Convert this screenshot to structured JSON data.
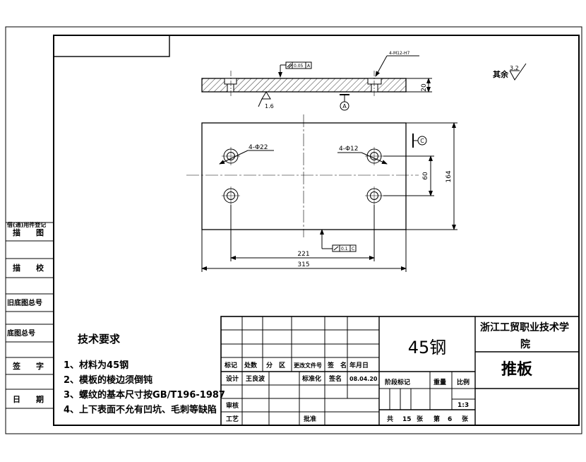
{
  "left_strip": {
    "labels": [
      "借(通)用件登记",
      "描　　图",
      "描　　校",
      "旧底图总号",
      "底图总号",
      "签　　字",
      "日　　期"
    ]
  },
  "tech_requirements": {
    "title": "技术要求",
    "items": [
      "1、材料为45钢",
      "2、模板的棱边须倒钝",
      "3、螺纹的基本尺寸按GB/T196-1987",
      "4、上下表面不允有凹坑、毛刺等缺陷"
    ]
  },
  "roughness": {
    "label": "其余",
    "value": "3.2"
  },
  "section_view": {
    "thread_callout": "4-M12-H7",
    "parallel_tol": "0.05",
    "parallel_datum": "A",
    "thickness": "20",
    "bottom_roughness": "1.6",
    "datum_a": "A"
  },
  "plan_view": {
    "hole_large": "4-Φ22",
    "hole_small": "4-Φ12",
    "datum_c": "C",
    "dim_60": "60",
    "dim_164": "164",
    "dim_221": "221",
    "dim_315": "315",
    "frame_tol": "0.1",
    "frame_datum": "C"
  },
  "title_block": {
    "material": "45钢",
    "school": "浙江工贸职业技术学院",
    "part_name": "推板",
    "header_row": [
      "标记",
      "处数",
      "分　区",
      "更改文件号",
      "签　名",
      "年月日"
    ],
    "designer_label": "设计",
    "designer_name": "王良波",
    "std_label": "标准化",
    "sign_label": "签名",
    "date": "08.04.20",
    "review_label": "审核",
    "process_label": "工艺",
    "approve_label": "批准",
    "stage_label": "阶段标记",
    "weight_label": "重量",
    "scale_label": "比例",
    "scale_value": "1:3",
    "total_label": "共",
    "total_sheets": "15",
    "sheet_unit": "张",
    "sheet_label": "第",
    "sheet_no": "6",
    "sheet_unit2": "张"
  }
}
